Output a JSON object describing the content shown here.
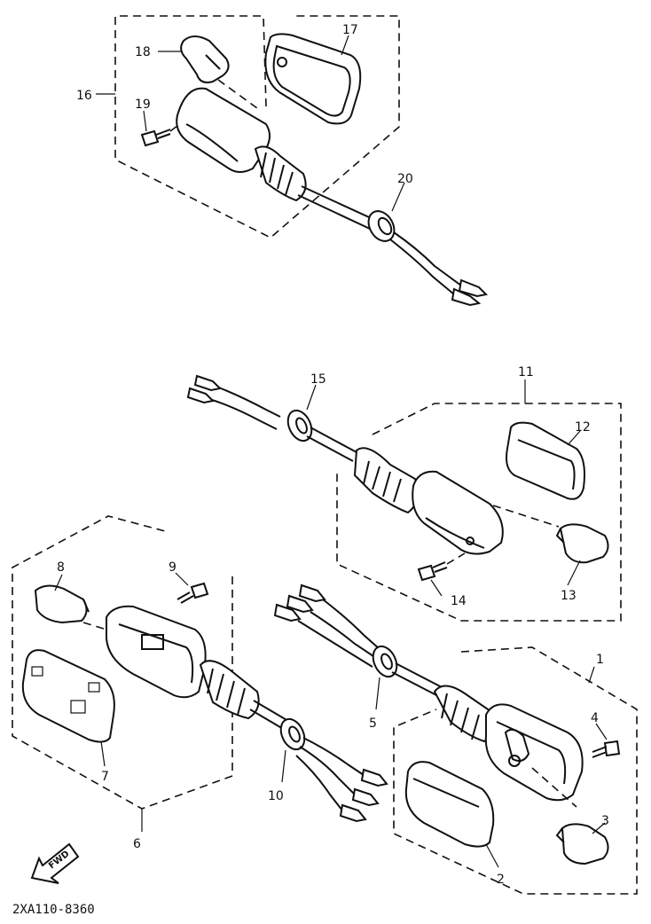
{
  "callouts": {
    "c1": "1",
    "c2": "2",
    "c3": "3",
    "c4": "4",
    "c5": "5",
    "c6": "6",
    "c7": "7",
    "c8": "8",
    "c9": "9",
    "c10": "10",
    "c11": "11",
    "c12": "12",
    "c13": "13",
    "c14": "14",
    "c15": "15",
    "c16": "16",
    "c17": "17",
    "c18": "18",
    "c19": "19",
    "c20": "20"
  },
  "forward_label": "FWD",
  "diagram_id": "2XA110-8360"
}
